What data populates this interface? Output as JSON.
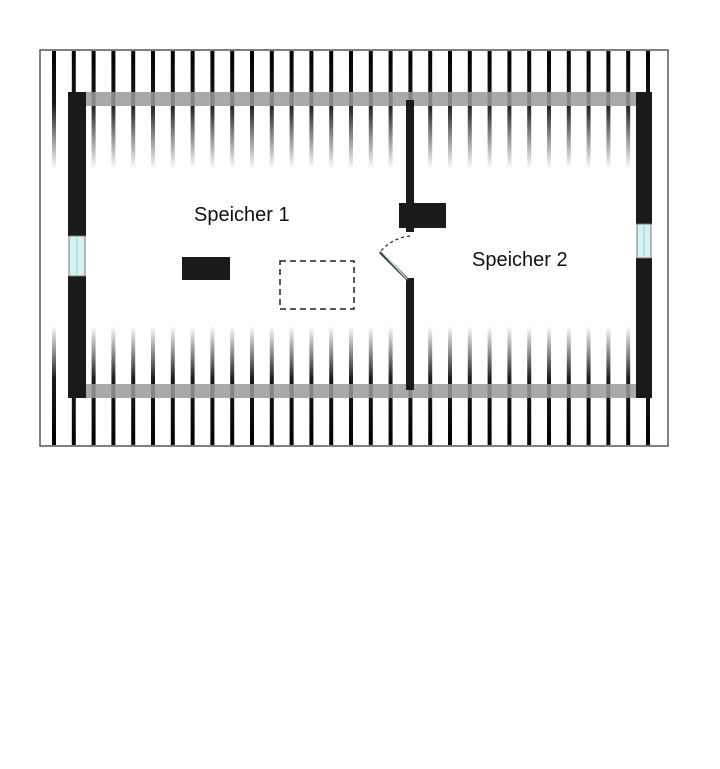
{
  "floorplan": {
    "rooms": [
      {
        "label": "Speicher 1"
      },
      {
        "label": "Speicher 2"
      }
    ],
    "colors": {
      "wall": "#1a1a1a",
      "window_glass": "#d6f2f4",
      "background": "#ffffff"
    },
    "icons": {
      "window": "window-icon",
      "door": "door-swing-icon",
      "chimney": "chimney-block",
      "hatch": "roof-hatch-dashed"
    }
  }
}
